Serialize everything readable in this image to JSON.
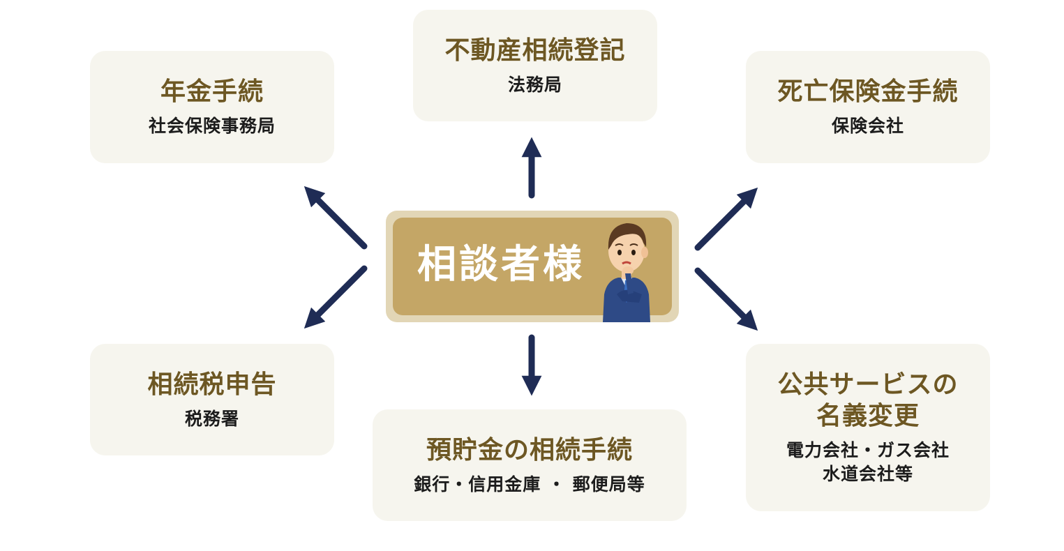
{
  "center": {
    "label": "相談者様"
  },
  "cards": {
    "pension": {
      "title": "年金手続",
      "sub": "社会保険事務局"
    },
    "realestate": {
      "title": "不動産相続登記",
      "sub": "法務局"
    },
    "insurance": {
      "title": "死亡保険金手続",
      "sub": "保険会社"
    },
    "tax": {
      "title": "相続税申告",
      "sub": "税務署"
    },
    "deposit": {
      "title": "預貯金の相続手続",
      "sub": "銀行・信用金庫 ・ 郵便局等"
    },
    "utilities": {
      "title": "公共サービスの\n名義変更",
      "sub": "電力会社・ガス会社\n水道会社等"
    }
  },
  "colors": {
    "card_bg": "#f6f5ee",
    "title": "#6d5723",
    "center_fill": "#c4a666",
    "center_border": "#e2d6b6",
    "arrow": "#1f2c55"
  },
  "icons": {
    "person": "thinking-businessman-icon"
  }
}
